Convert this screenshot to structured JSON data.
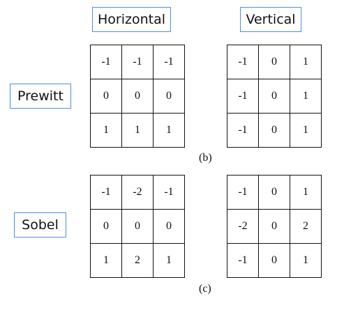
{
  "columns": {
    "horizontal": "Horizontal",
    "vertical": "Vertical"
  },
  "prewitt": {
    "label": "Prewitt",
    "horizontal": [
      [
        "-1",
        "-1",
        "-1"
      ],
      [
        "0",
        "0",
        "0"
      ],
      [
        "1",
        "1",
        "1"
      ]
    ],
    "vertical": [
      [
        "-1",
        "0",
        "1"
      ],
      [
        "-1",
        "0",
        "1"
      ],
      [
        "-1",
        "0",
        "1"
      ]
    ],
    "caption": "(b)"
  },
  "sobel": {
    "label": "Sobel",
    "horizontal": [
      [
        "-1",
        "-2",
        "-1"
      ],
      [
        "0",
        "0",
        "0"
      ],
      [
        "1",
        "2",
        "1"
      ]
    ],
    "vertical": [
      [
        "-1",
        "0",
        "1"
      ],
      [
        "-2",
        "0",
        "2"
      ],
      [
        "-1",
        "0",
        "1"
      ]
    ],
    "caption": "(c)"
  }
}
